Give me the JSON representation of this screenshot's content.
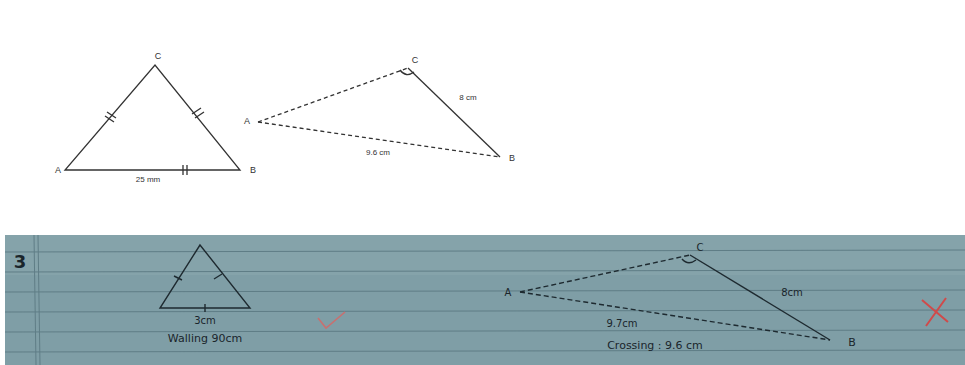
{
  "diagram": {
    "labels": [
      "C",
      "A",
      "B",
      "25 mm",
      "C",
      "A",
      "B",
      "8 cm",
      "9.6 cm",
      "3",
      "3cm",
      "Walling 90cm",
      "A",
      "C",
      "8cm",
      "9.7cm",
      "Crossing : 9.6 cm",
      "B"
    ]
  }
}
